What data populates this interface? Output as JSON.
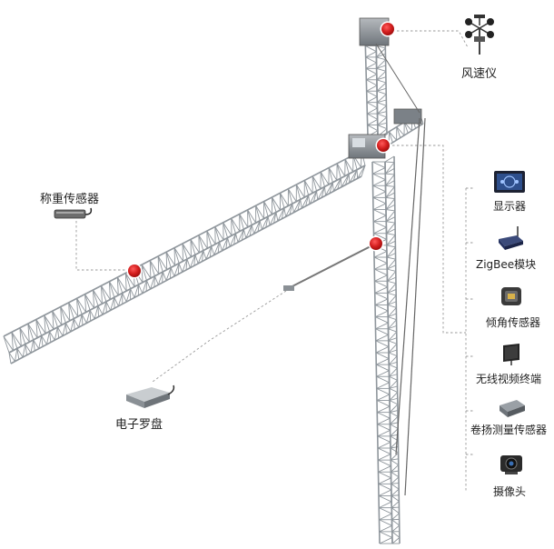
{
  "labels": {
    "anemometer": "风速仪",
    "load_sensor": "称重传感器",
    "display": "显示器",
    "zigbee": "ZigBee模块",
    "tilt": "倾角传感器",
    "wireless_video": "无线视频终端",
    "hoist": "卷扬测量传感器",
    "camera": "摄像头",
    "compass": "电子罗盘"
  },
  "colors": {
    "marker": "#cc1a1a",
    "truss": "#8f969c",
    "leader": "#9a9a9a"
  },
  "icons": [
    "anemometer-icon",
    "load-sensor-icon",
    "display-icon",
    "zigbee-module-icon",
    "tilt-sensor-icon",
    "wireless-video-icon",
    "hoist-sensor-icon",
    "camera-icon",
    "compass-icon"
  ]
}
